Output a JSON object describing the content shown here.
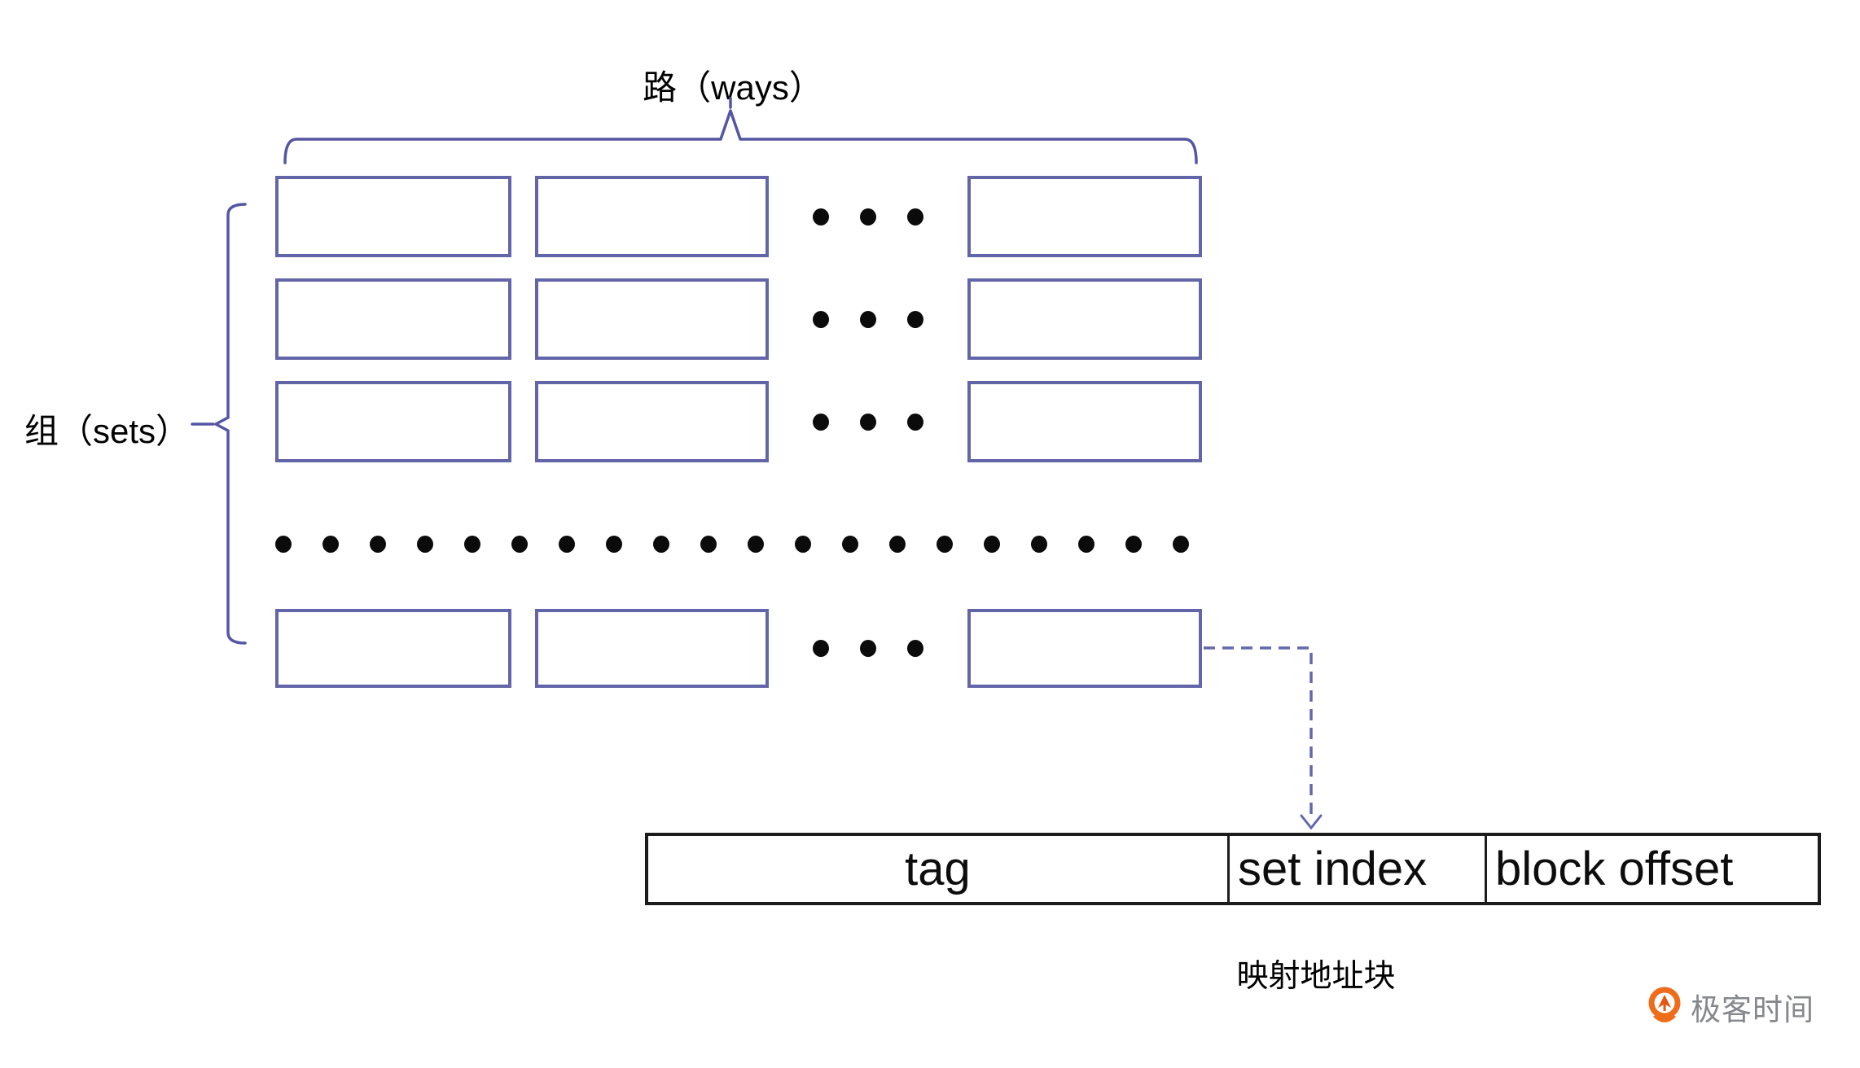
{
  "diagram": {
    "ways_label": "路（ways）",
    "sets_label": "组（sets）",
    "mapped_label": "映射地址块",
    "grid": {
      "rect_rows": 4,
      "rect_cols": 3,
      "ellipsis_dots_per_row": 3,
      "long_dots_row_count": 20
    },
    "address_fields": [
      {
        "label": "tag"
      },
      {
        "label": "set index"
      },
      {
        "label": "block offset"
      }
    ],
    "colors": {
      "purple": "#5456a3",
      "rect_border": "#6365a9",
      "dash": "#6467ac",
      "table_border": "#1c1c1c",
      "logo_orange": "#ee6c1a",
      "logo_orange_dark": "#e4560f",
      "logo_gray": "#85878c"
    }
  },
  "logo": {
    "text": "极客时间"
  }
}
